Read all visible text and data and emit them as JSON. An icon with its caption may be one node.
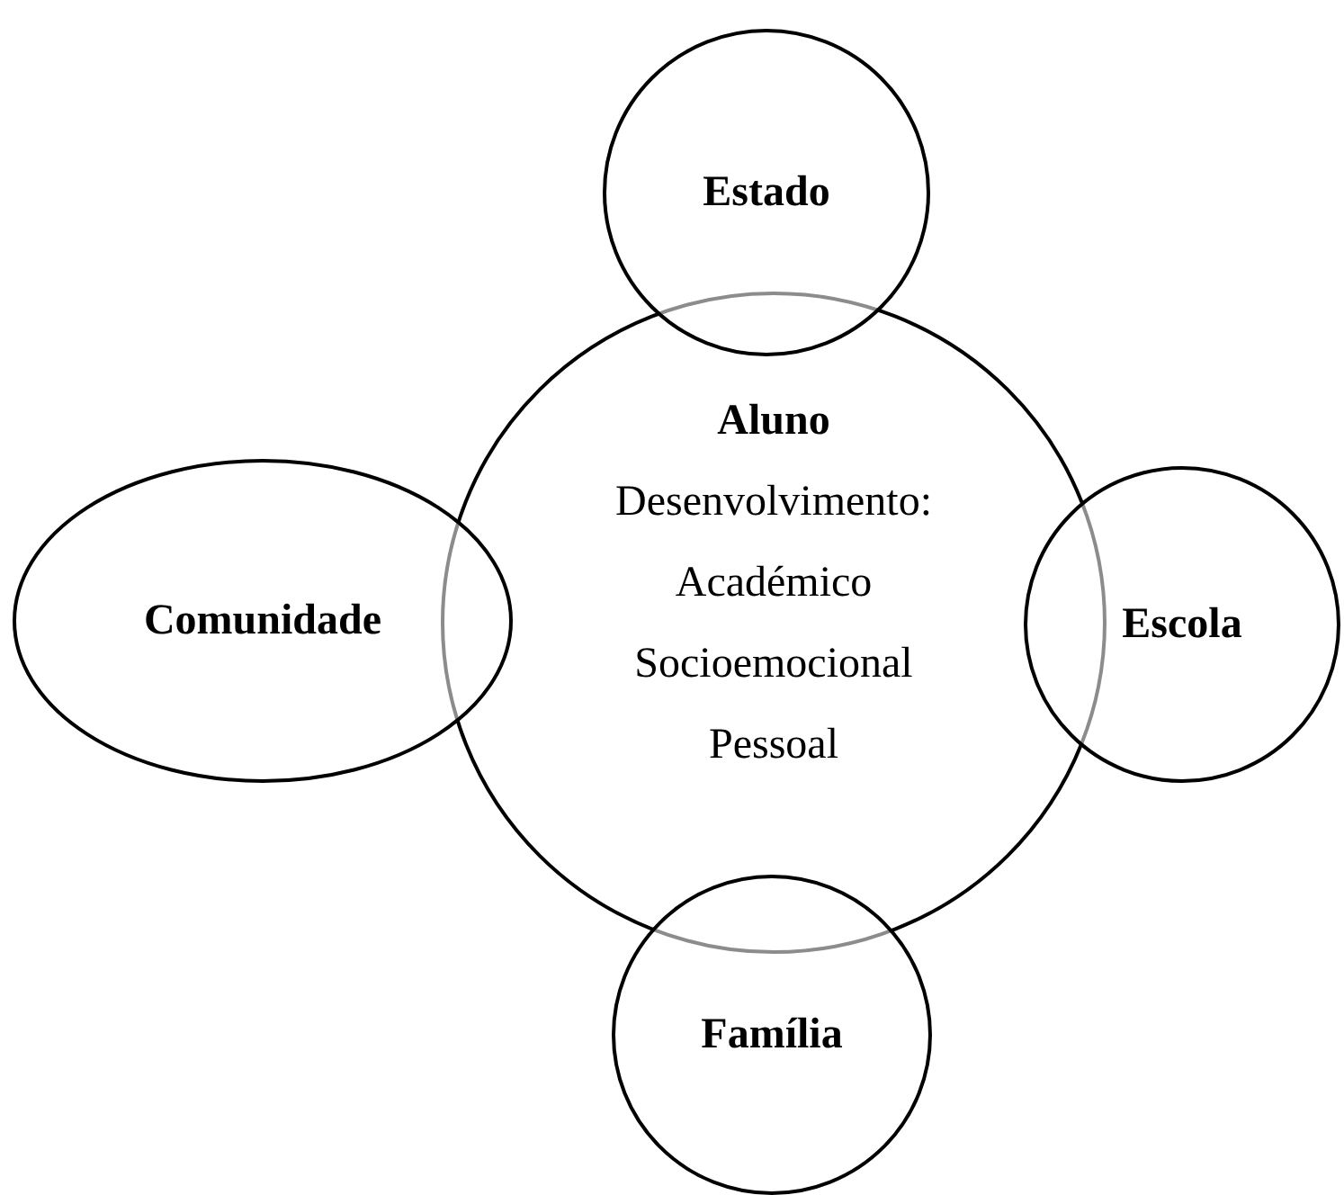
{
  "diagram": {
    "nodes": [
      {
        "text": [
          "Estado"
        ]
      },
      {
        "text": [
          "Aluno",
          "Desenvolvimento:",
          "Académico",
          "Socioemocional",
          "Pessoal"
        ]
      },
      {
        "text": [
          "Comunidade"
        ]
      },
      {
        "text": [
          "Escola"
        ]
      },
      {
        "text": [
          "Família"
        ]
      }
    ]
  }
}
